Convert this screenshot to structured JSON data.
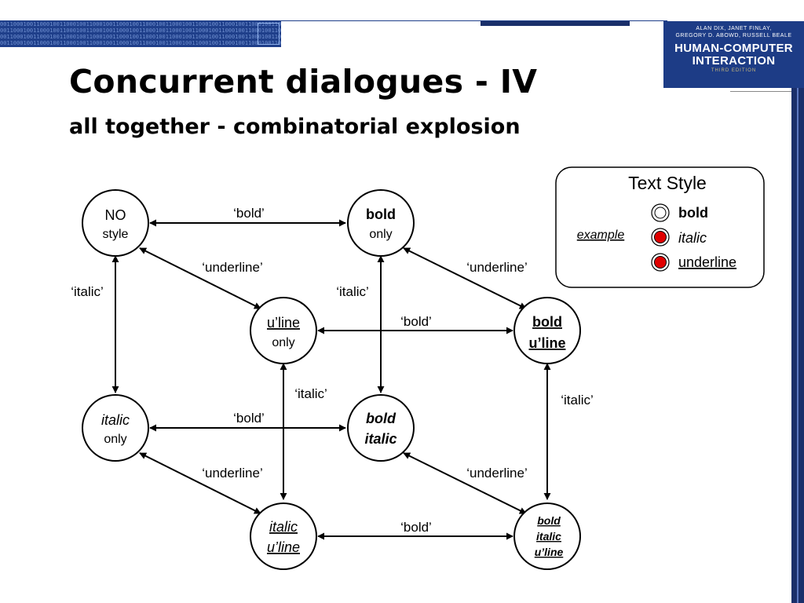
{
  "header": {
    "title": "Concurrent dialogues - IV",
    "subtitle": "all together - combinatorial explosion",
    "binary_text": "0011000100110001001100010011000100110001001100010011000100110001001100010011000100110001001100010011000100110001"
  },
  "book": {
    "authors_line1": "ALAN DIX, JANET FINLAY,",
    "authors_line2": "GREGORY D. ABOWD, RUSSELL BEALE",
    "title_line1": "HUMAN-COMPUTER",
    "title_line2": "INTERACTION",
    "edition": "THIRD EDITION"
  },
  "legend": {
    "title": "Text Style",
    "example_label": "example",
    "items": [
      {
        "label": "bold",
        "state": "off"
      },
      {
        "label": "italic",
        "state": "on"
      },
      {
        "label": "underline",
        "state": "on"
      }
    ]
  },
  "states": [
    {
      "id": "none",
      "line1": "NO",
      "line2": "style"
    },
    {
      "id": "bold",
      "line1": "bold",
      "line2": "only"
    },
    {
      "id": "uline",
      "line1": "u’line",
      "line2": "only"
    },
    {
      "id": "bold-uline",
      "line1": "bold",
      "line2": "u’line"
    },
    {
      "id": "italic",
      "line1": "italic",
      "line2": "only"
    },
    {
      "id": "bold-italic",
      "line1": "bold",
      "line2": "italic"
    },
    {
      "id": "italic-uline",
      "line1": "italic",
      "line2": "u’line"
    },
    {
      "id": "bold-italic-uline",
      "line1": "bold",
      "line2": "italic",
      "line3": "u’line"
    }
  ],
  "transitions": [
    {
      "from": "none",
      "to": "bold",
      "label": "‘bold’"
    },
    {
      "from": "none",
      "to": "uline",
      "label": "‘underline’"
    },
    {
      "from": "none",
      "to": "italic",
      "label": "‘italic’"
    },
    {
      "from": "bold",
      "to": "bold-uline",
      "label": "‘underline’"
    },
    {
      "from": "bold",
      "to": "bold-italic",
      "label": "‘italic’"
    },
    {
      "from": "uline",
      "to": "bold-uline",
      "label": "‘bold’"
    },
    {
      "from": "uline",
      "to": "italic-uline",
      "label": "‘italic’"
    },
    {
      "from": "bold-uline",
      "to": "bold-italic-uline",
      "label": "‘italic’"
    },
    {
      "from": "italic",
      "to": "bold-italic",
      "label": "‘bold’"
    },
    {
      "from": "italic",
      "to": "italic-uline",
      "label": "‘underline’"
    },
    {
      "from": "bold-italic",
      "to": "bold-italic-uline",
      "label": "‘underline’"
    },
    {
      "from": "italic-uline",
      "to": "bold-italic-uline",
      "label": "‘bold’"
    }
  ],
  "colors": {
    "banner": "#1f3f8a",
    "radio_on": "#e00000",
    "ink": "#000000"
  }
}
